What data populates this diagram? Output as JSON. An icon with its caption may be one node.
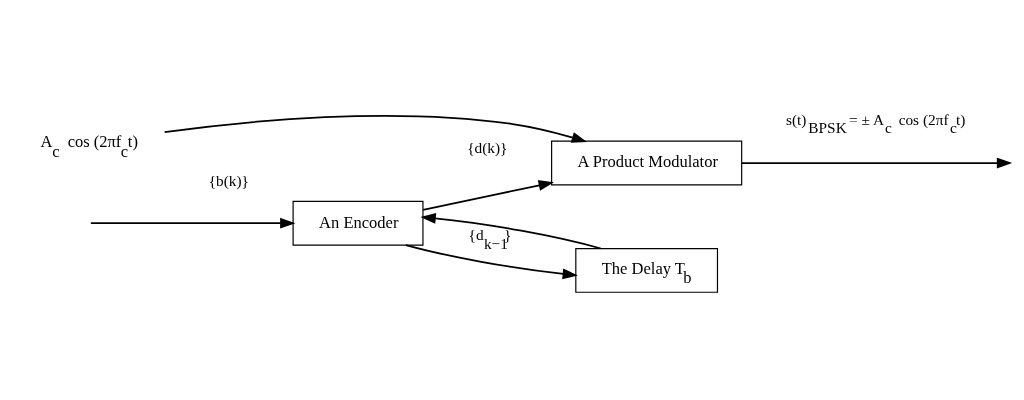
{
  "diagram": {
    "nodes": [
      {
        "text": [
          "An Encoder"
        ]
      },
      {
        "text": [
          "A Product Modulator"
        ]
      },
      {
        "text": [
          "The Delay T$_{b}$"
        ]
      },
      {
        "text": [
          "A$_{c}$ cos (2πf$_{c}$t)"
        ]
      }
    ],
    "edges": [
      {
        "from": null,
        "to": 0,
        "arrow": "to",
        "label": "{b(k)}"
      },
      {
        "from": 0,
        "to": 1,
        "arrow": "to",
        "label": "{d(k)}"
      },
      {
        "from": 0,
        "to": 2,
        "arrow": "to"
      },
      {
        "from": 2,
        "to": 0,
        "arrow": "to",
        "label": "{d$_{k−1}$}"
      },
      {
        "from": 3,
        "to": 1,
        "arrow": "to"
      },
      {
        "from": 1,
        "to": null,
        "arrow": "to",
        "label": "s(t)$_{BPSK}$ = ± A$_{c}$ cos (2πf$_{c}$t)"
      }
    ]
  }
}
